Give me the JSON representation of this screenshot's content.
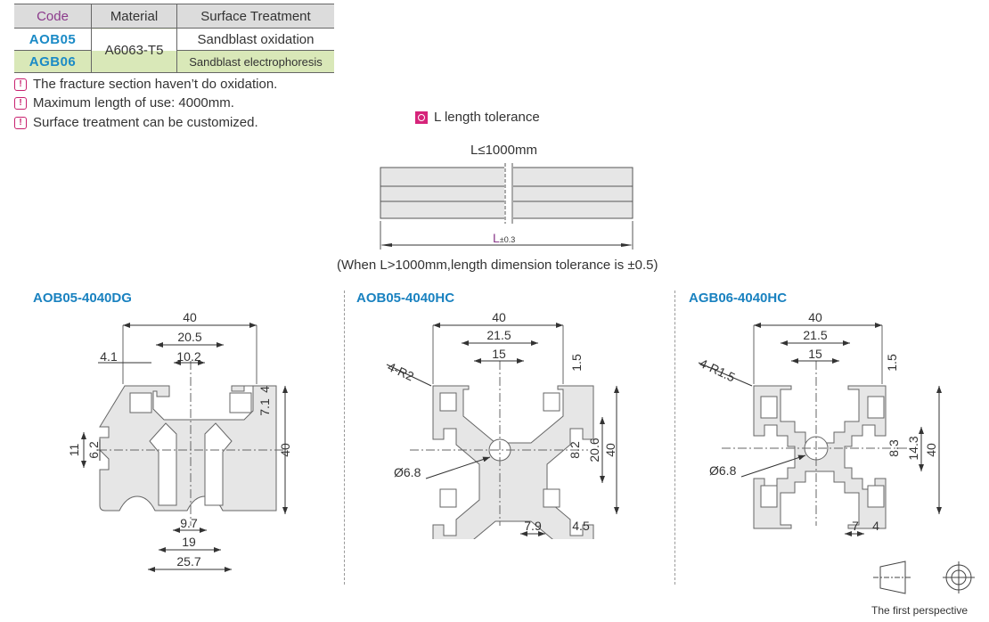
{
  "spec_table": {
    "headers": [
      "Code",
      "Material",
      "Surface Treatment"
    ],
    "rows": [
      {
        "code": "AOB05",
        "material": "A6063-T5",
        "treatment": "Sandblast oxidation"
      },
      {
        "code": "AGB06",
        "material": "A6063-T5",
        "treatment": "Sandblast electrophoresis"
      }
    ]
  },
  "notes": [
    "The fracture section haven’t do oxidation.",
    "Maximum length of use: 4000mm.",
    "Surface treatment can be customized."
  ],
  "tolerance": {
    "title": "L length tolerance",
    "length_label": "L≤1000mm",
    "dim_main": "L",
    "dim_sub": "±0.3",
    "footnote": "(When L>1000mm,length dimension tolerance is ±0.5)"
  },
  "profiles": [
    {
      "title": "AOB05-4040DG",
      "dims": {
        "width": "40",
        "d205": "20.5",
        "d102": "10.2",
        "d41": "4.1",
        "d4": "4",
        "d71": "7.1",
        "height": "40",
        "d11": "11",
        "d62": "6.2",
        "d97": "9.7",
        "d19": "19",
        "d257": "25.7"
      }
    },
    {
      "title": "AOB05-4040HC",
      "dims": {
        "width": "40",
        "d215": "21.5",
        "d15": "15",
        "d15b": "1.5",
        "radius": "4-R2",
        "height": "40",
        "d206": "20.6",
        "d82": "8.2",
        "hole": "Ø6.8",
        "d79": "7.9",
        "d45": "4.5"
      }
    },
    {
      "title": "AGB06-4040HC",
      "dims": {
        "width": "40",
        "d215": "21.5",
        "d15": "15",
        "d15b": "1.5",
        "radius": "4-R1.5",
        "height": "40",
        "d143": "14.3",
        "d83": "8.3",
        "hole": "Ø6.8",
        "d7": "7",
        "d4": "4"
      }
    }
  ],
  "projection": {
    "label": "The first perspective"
  },
  "colors": {
    "code_blue": "#1a8ac6",
    "accent_magenta": "#c8206e",
    "row_green": "#d9e8b8",
    "header_gray": "#dcdcdc",
    "profile_fill": "#e6e6e6"
  }
}
